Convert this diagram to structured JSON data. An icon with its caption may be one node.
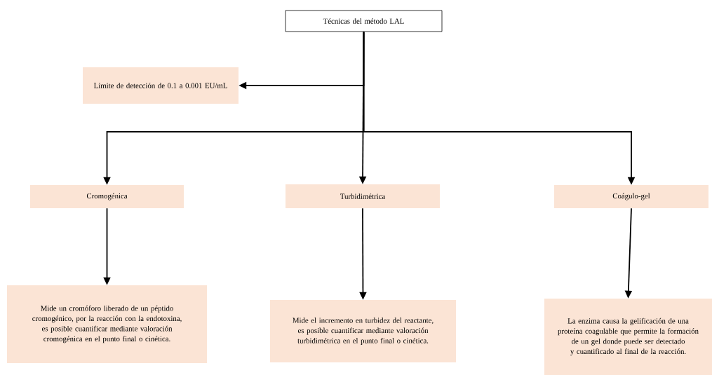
{
  "diagram": {
    "nodes": [
      {
        "text": [
          "Técnicas del método LAL"
        ]
      },
      {
        "text": [
          "Límite de detección de 0.1 a 0.001 EU/mL"
        ]
      },
      {
        "text": [
          "Cromogénica"
        ]
      },
      {
        "text": [
          "Turbidimétrica"
        ]
      },
      {
        "text": [
          "Coágulo-gel"
        ]
      },
      {
        "text": [
          "Mide un cromóforo liberado de un péptido cromogénico, por la reacción con la endotoxina, es posible cuantificar mediante valoración cromogénica en el punto final o cinética."
        ]
      },
      {
        "text": [
          "Mide el incremento en turbidez del reactante, es posible cuantificar mediante valoración turbidimétrica en el punto final o cinética."
        ]
      },
      {
        "text": [
          "La enzima causa la gelificación de una proteína coagulable que permite la formación de un gel donde puede ser detectado y cuantificado al final de la reacción."
        ]
      }
    ],
    "edges": [
      {
        "from": 0,
        "to": 1,
        "arrow": "to"
      },
      {
        "from": 0,
        "to": 2,
        "arrow": "to"
      },
      {
        "from": 0,
        "to": 3,
        "arrow": "to"
      },
      {
        "from": 0,
        "to": 4,
        "arrow": "to"
      },
      {
        "from": 2,
        "to": 5,
        "arrow": "to"
      },
      {
        "from": 3,
        "to": 6,
        "arrow": "to"
      },
      {
        "from": 4,
        "to": 7,
        "arrow": "to"
      }
    ]
  }
}
